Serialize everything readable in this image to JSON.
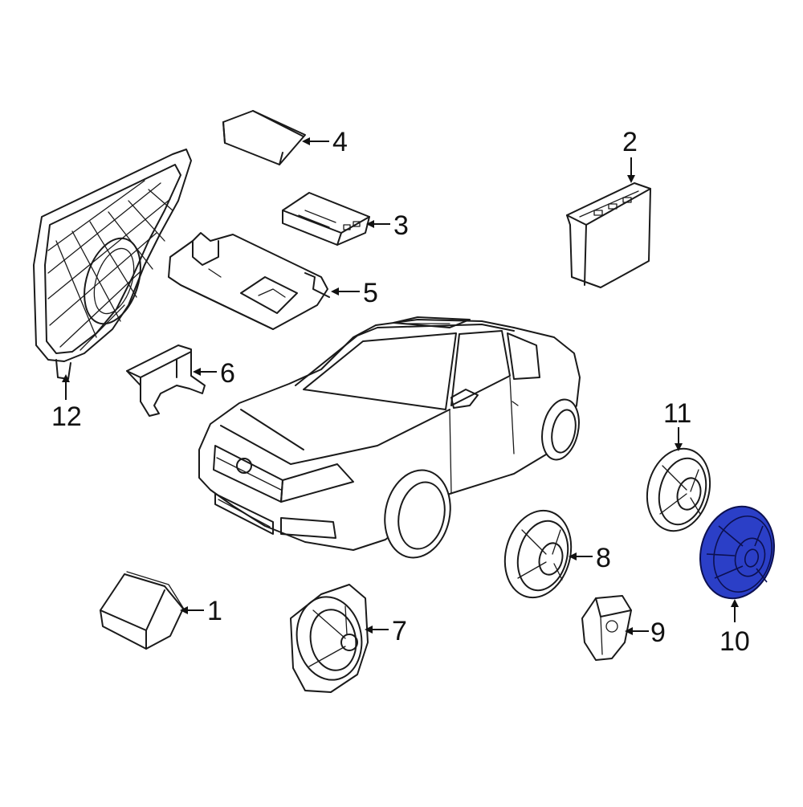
{
  "diagram": {
    "highlight_color": "#2b3fc7",
    "callouts": [
      {
        "id": "1",
        "label": "1"
      },
      {
        "id": "2",
        "label": "2"
      },
      {
        "id": "3",
        "label": "3"
      },
      {
        "id": "4",
        "label": "4"
      },
      {
        "id": "5",
        "label": "5"
      },
      {
        "id": "6",
        "label": "6"
      },
      {
        "id": "7",
        "label": "7"
      },
      {
        "id": "8",
        "label": "8"
      },
      {
        "id": "9",
        "label": "9"
      },
      {
        "id": "10",
        "label": "10"
      },
      {
        "id": "11",
        "label": "11"
      },
      {
        "id": "12",
        "label": "12"
      }
    ],
    "highlighted_part": "10"
  }
}
